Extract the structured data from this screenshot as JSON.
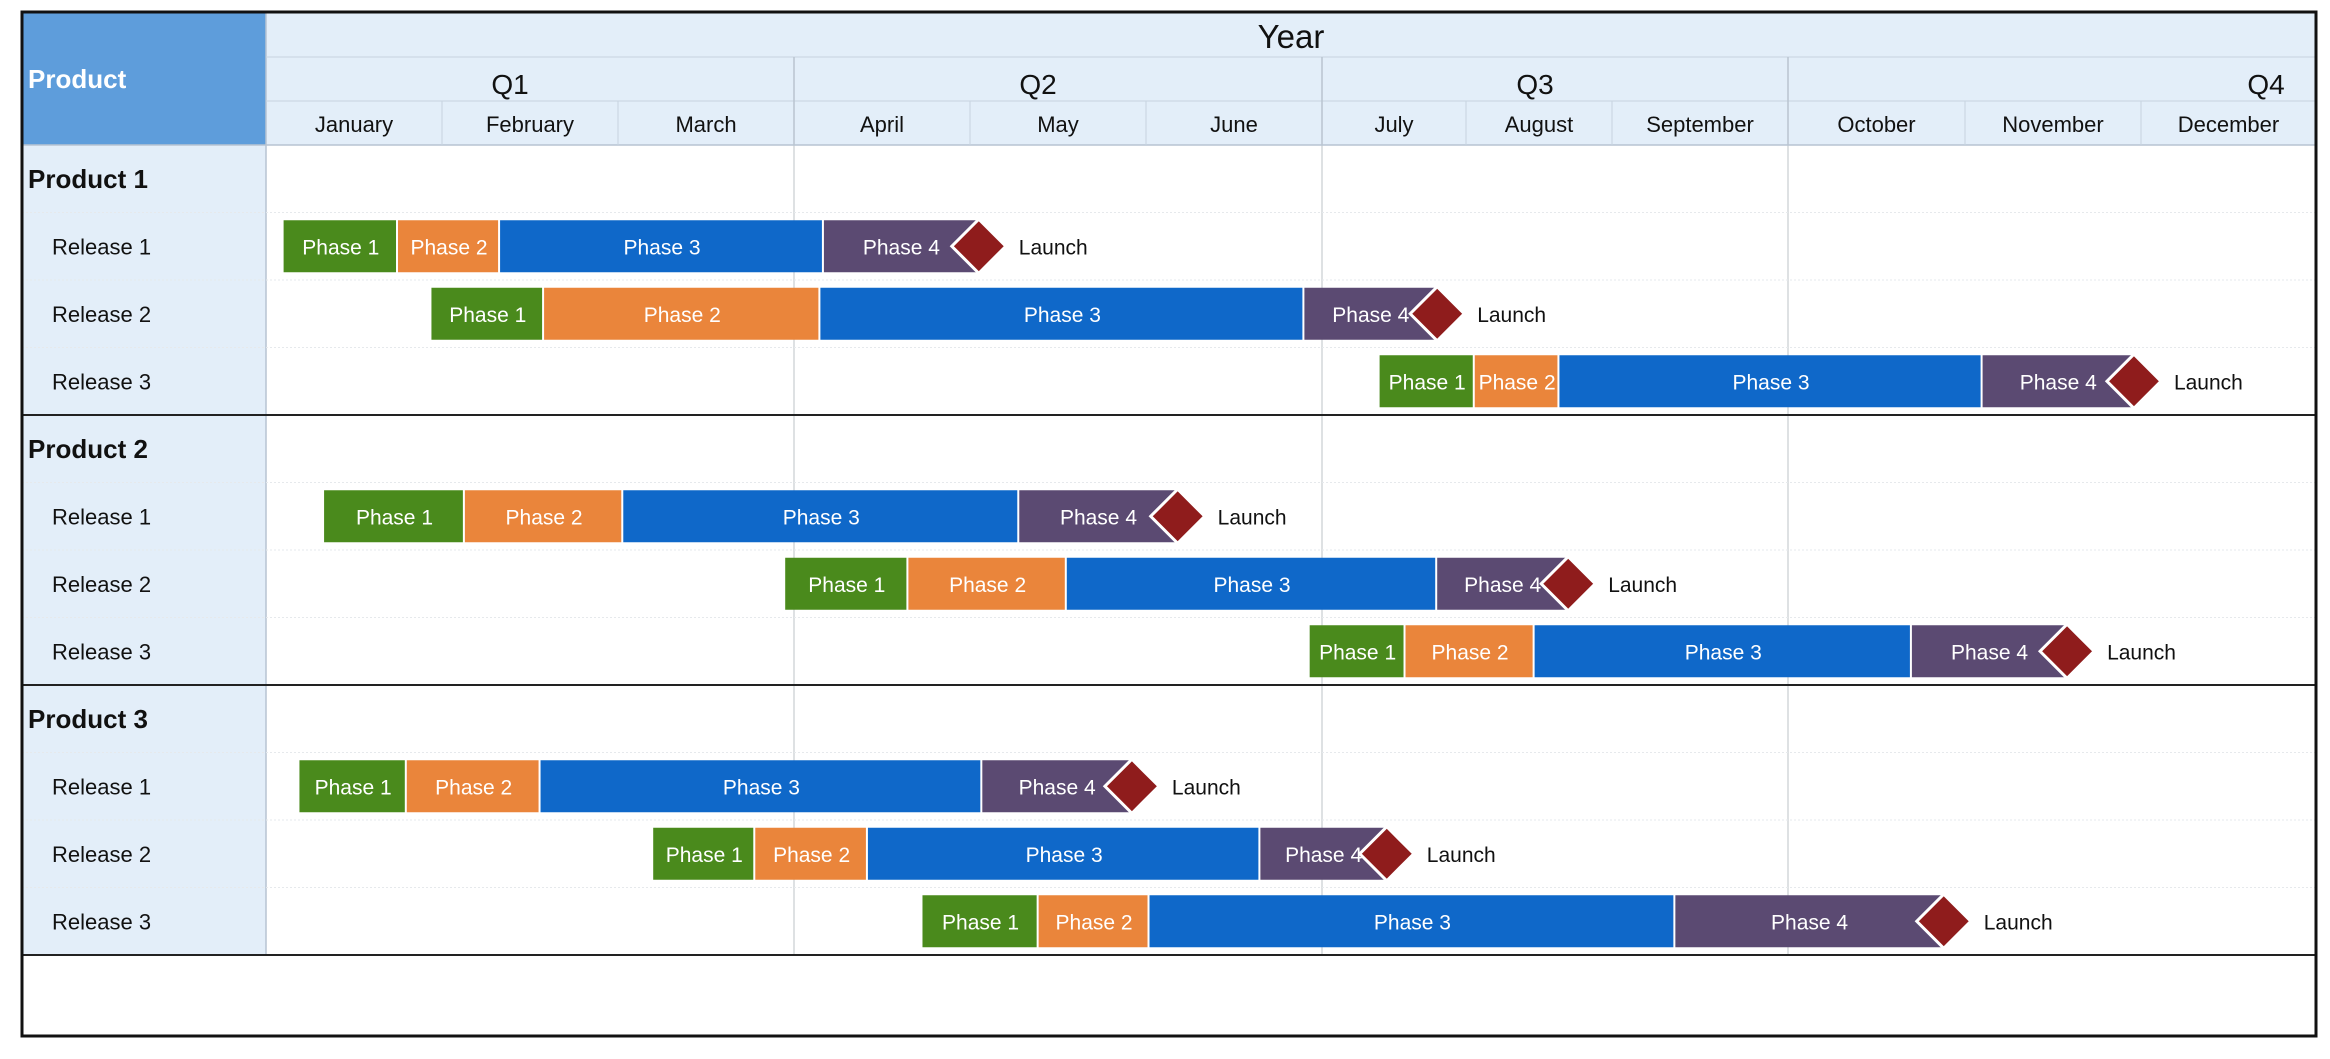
{
  "chart_data": {
    "type": "gantt",
    "title": "",
    "corner_label": "Product",
    "year_label": "Year",
    "quarters": [
      {
        "label": "Q1",
        "months": [
          "January",
          "February",
          "March"
        ]
      },
      {
        "label": "Q2",
        "months": [
          "April",
          "May",
          "June"
        ]
      },
      {
        "label": "Q3",
        "months": [
          "July",
          "August",
          "September"
        ]
      },
      {
        "label": "Q4",
        "months": [
          "October",
          "November",
          "December"
        ]
      }
    ],
    "phase_colors": {
      "Phase 1": "#4a8a1c",
      "Phase 2": "#ea853b",
      "Phase 3": "#0f68c9",
      "Phase 4": "#5b4a72",
      "Launch": "#8f1c1c"
    },
    "header_bg": "#e3eef9",
    "product_header_bg": "#5e9ddb",
    "x_unit": "months from January 1",
    "products": [
      {
        "name": "Product 1",
        "releases": [
          {
            "name": "Release 1",
            "phases": [
              {
                "label": "Phase 1",
                "start": 0.1,
                "end": 0.75
              },
              {
                "label": "Phase 2",
                "start": 0.75,
                "end": 1.33
              },
              {
                "label": "Phase 3",
                "start": 1.33,
                "end": 3.17
              },
              {
                "label": "Phase 4",
                "start": 3.17,
                "end": 4.05
              }
            ],
            "launch": {
              "label": "Launch",
              "at": 4.05
            }
          },
          {
            "name": "Release 2",
            "phases": [
              {
                "label": "Phase 1",
                "start": 0.94,
                "end": 1.58
              },
              {
                "label": "Phase 2",
                "start": 1.58,
                "end": 3.15
              },
              {
                "label": "Phase 3",
                "start": 3.15,
                "end": 5.9
              },
              {
                "label": "Phase 4",
                "start": 5.9,
                "end": 6.8
              }
            ],
            "launch": {
              "label": "Launch",
              "at": 6.8
            }
          },
          {
            "name": "Release 3",
            "phases": [
              {
                "label": "Phase 1",
                "start": 6.4,
                "end": 7.06
              },
              {
                "label": "Phase 2",
                "start": 7.06,
                "end": 7.64
              },
              {
                "label": "Phase 3",
                "start": 7.64,
                "end": 10.1
              },
              {
                "label": "Phase 4",
                "start": 10.1,
                "end": 10.96
              }
            ],
            "launch": {
              "label": "Launch",
              "at": 10.96
            }
          }
        ]
      },
      {
        "name": "Product 2",
        "releases": [
          {
            "name": "Release 1",
            "phases": [
              {
                "label": "Phase 1",
                "start": 0.33,
                "end": 1.13
              },
              {
                "label": "Phase 2",
                "start": 1.13,
                "end": 2.03
              },
              {
                "label": "Phase 3",
                "start": 2.03,
                "end": 4.28
              },
              {
                "label": "Phase 4",
                "start": 4.28,
                "end": 5.18
              }
            ],
            "launch": {
              "label": "Launch",
              "at": 5.18
            }
          },
          {
            "name": "Release 2",
            "phases": [
              {
                "label": "Phase 1",
                "start": 2.95,
                "end": 3.65
              },
              {
                "label": "Phase 2",
                "start": 3.65,
                "end": 4.55
              },
              {
                "label": "Phase 3",
                "start": 4.55,
                "end": 6.8
              },
              {
                "label": "Phase 4",
                "start": 6.8,
                "end": 7.7
              }
            ],
            "launch": {
              "label": "Launch",
              "at": 7.7
            }
          },
          {
            "name": "Release 3",
            "phases": [
              {
                "label": "Phase 1",
                "start": 5.93,
                "end": 6.58
              },
              {
                "label": "Phase 2",
                "start": 6.58,
                "end": 7.47
              },
              {
                "label": "Phase 3",
                "start": 7.47,
                "end": 9.7
              },
              {
                "label": "Phase 4",
                "start": 9.7,
                "end": 10.58
              }
            ],
            "launch": {
              "label": "Launch",
              "at": 10.58
            }
          }
        ]
      },
      {
        "name": "Product 3",
        "releases": [
          {
            "name": "Release 1",
            "phases": [
              {
                "label": "Phase 1",
                "start": 0.19,
                "end": 0.8
              },
              {
                "label": "Phase 2",
                "start": 0.8,
                "end": 1.56
              },
              {
                "label": "Phase 3",
                "start": 1.56,
                "end": 4.07
              },
              {
                "label": "Phase 4",
                "start": 4.07,
                "end": 4.92
              }
            ],
            "launch": {
              "label": "Launch",
              "at": 4.92
            }
          },
          {
            "name": "Release 2",
            "phases": [
              {
                "label": "Phase 1",
                "start": 2.2,
                "end": 2.78
              },
              {
                "label": "Phase 2",
                "start": 2.78,
                "end": 3.42
              },
              {
                "label": "Phase 3",
                "start": 3.42,
                "end": 5.65
              },
              {
                "label": "Phase 4",
                "start": 5.65,
                "end": 6.45
              }
            ],
            "launch": {
              "label": "Launch",
              "at": 6.45
            }
          },
          {
            "name": "Release 3",
            "phases": [
              {
                "label": "Phase 1",
                "start": 3.73,
                "end": 4.39
              },
              {
                "label": "Phase 2",
                "start": 4.39,
                "end": 5.02
              },
              {
                "label": "Phase 3",
                "start": 5.02,
                "end": 8.36
              },
              {
                "label": "Phase 4",
                "start": 8.36,
                "end": 9.88
              }
            ],
            "launch": {
              "label": "Launch",
              "at": 9.88
            }
          }
        ]
      }
    ]
  }
}
